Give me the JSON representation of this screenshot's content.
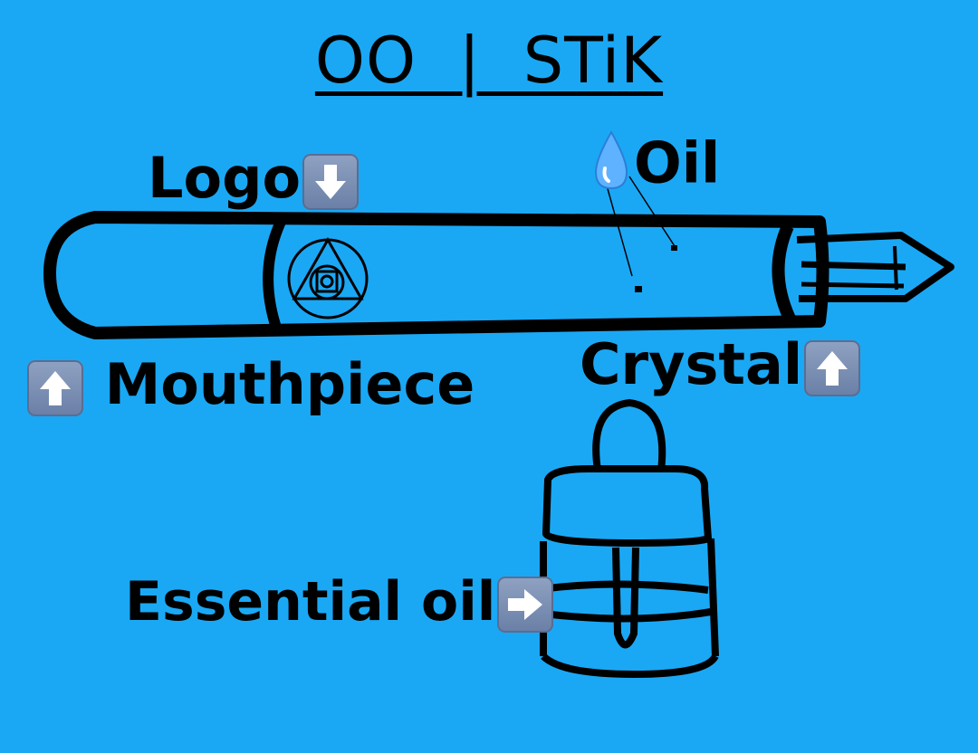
{
  "title": "OO  |  STiK",
  "labels": {
    "logo": "Logo",
    "oil": "Oil",
    "mouthpiece": "Mouthpiece",
    "crystal": "Crystal",
    "essential_oil": "Essential oil"
  },
  "icons": {
    "logo_arrow": "arrow-down-icon",
    "oil_drop": "droplet-icon",
    "mouthpiece_arrow": "arrow-up-icon",
    "crystal_arrow": "arrow-up-icon",
    "essential_arrow": "arrow-right-icon"
  },
  "colors": {
    "background": "#1aa8f5",
    "ink": "#000000"
  }
}
